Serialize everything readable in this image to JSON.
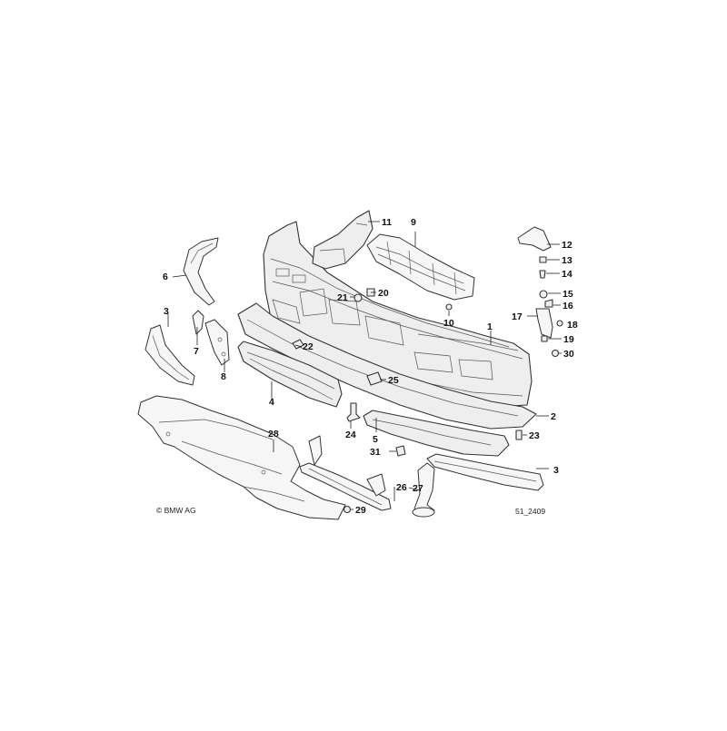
{
  "callouts": {
    "c1": "1",
    "c2": "2",
    "c3a": "3",
    "c3b": "3",
    "c4": "4",
    "c5": "5",
    "c6": "6",
    "c7": "7",
    "c8": "8",
    "c9": "9",
    "c10": "10",
    "c11": "11",
    "c12": "12",
    "c13": "13",
    "c14": "14",
    "c15": "15",
    "c16": "16",
    "c17": "17",
    "c18": "18",
    "c19": "19",
    "c20": "20",
    "c21": "21",
    "c22": "22",
    "c23": "23",
    "c24": "24",
    "c25": "25",
    "c26": "26",
    "c27": "27",
    "c28": "28",
    "c29": "29",
    "c30": "30",
    "c31": "31"
  },
  "footer": {
    "copyright": "© BMW AG",
    "diagram_number": "51_2409"
  },
  "colors": {
    "line": "#333333",
    "part_fill": "#eeeeee",
    "text": "#111111"
  }
}
